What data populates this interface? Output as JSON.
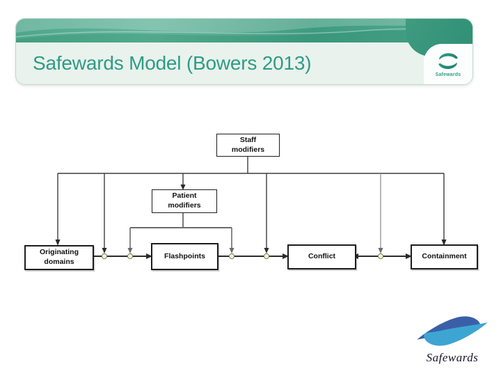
{
  "slide": {
    "title": "Safewards Model (Bowers 2013)"
  },
  "header": {
    "logo_brand": "Safewards"
  },
  "footer": {
    "logo_brand": "Safewards"
  },
  "colors": {
    "band_teal": "#4da68b",
    "band_teal_dark": "#2f8f74",
    "card_bg": "#e9f2ec",
    "title_teal": "#2e9b86",
    "line_dark": "#3d3d3d",
    "line_mid": "#6b6b6b",
    "line_light": "#909090",
    "junction_fill": "#f2f0d8",
    "junction_stroke": "#777755",
    "logo_blue_dark": "#3a5fa8",
    "logo_blue_light": "#3ea5d2"
  },
  "diagram": {
    "nodes": [
      {
        "id": "staff-modifiers",
        "label": "Staff\nmodifiers"
      },
      {
        "id": "patient-modifiers",
        "label": "Patient\nmodifiers"
      },
      {
        "id": "originating-domains",
        "label": "Originating\ndomains"
      },
      {
        "id": "flashpoints",
        "label": "Flashpoints"
      },
      {
        "id": "conflict",
        "label": "Conflict"
      },
      {
        "id": "containment",
        "label": "Containment"
      }
    ],
    "edges": [
      {
        "from": "Staff modifiers",
        "to": "Originating domains",
        "type": "arrow"
      },
      {
        "from": "Staff modifiers",
        "to": "Originating domains - Flashpoints link",
        "type": "arrow-to-junction"
      },
      {
        "from": "Staff modifiers",
        "to": "Patient modifiers",
        "type": "arrow"
      },
      {
        "from": "Staff modifiers",
        "to": "Flashpoints - Conflict link",
        "type": "arrow-to-junction"
      },
      {
        "from": "Staff modifiers",
        "to": "Conflict - Containment link",
        "type": "arrow-to-junction"
      },
      {
        "from": "Staff modifiers",
        "to": "Containment",
        "type": "arrow"
      },
      {
        "from": "Patient modifiers",
        "to": "Originating domains - Flashpoints link",
        "type": "arrow-to-junction"
      },
      {
        "from": "Patient modifiers",
        "to": "Flashpoints - Conflict link",
        "type": "arrow-to-junction"
      },
      {
        "from": "Originating domains",
        "to": "Flashpoints",
        "type": "arrow"
      },
      {
        "from": "Flashpoints",
        "to": "Conflict",
        "type": "arrow"
      },
      {
        "from": "Conflict",
        "to": "Containment",
        "type": "double-arrow"
      }
    ],
    "junction_count": 5
  }
}
